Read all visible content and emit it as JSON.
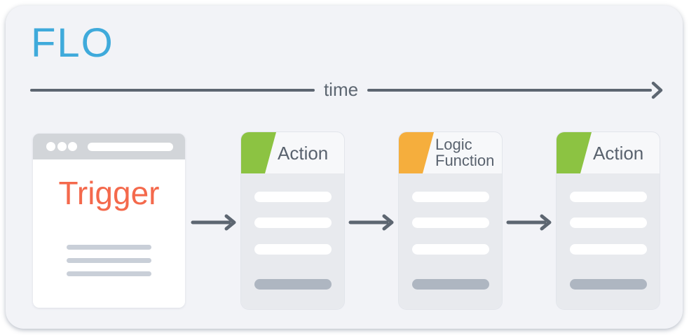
{
  "title": {
    "text": "FLO",
    "color": "#3faadb"
  },
  "timeline": {
    "label": "time",
    "line_color": "#5d6671",
    "arrowhead_icon": "arrow-right-icon"
  },
  "trigger_window": {
    "label": "Trigger",
    "label_color": "#f4694c",
    "window_controls_icon": "window-dots-icon",
    "titlebar_color": "#d2d5d9",
    "text_placeholder_lines": 3
  },
  "cards": [
    {
      "id": "action-1",
      "label_lines": [
        "Action"
      ],
      "corner_color": "#8cc342",
      "content_lines": 3,
      "footer_lines": 1
    },
    {
      "id": "logic-function",
      "label_lines": [
        "Logic",
        "Function"
      ],
      "corner_color": "#f5ae3d",
      "content_lines": 3,
      "footer_lines": 1
    },
    {
      "id": "action-2",
      "label_lines": [
        "Action"
      ],
      "corner_color": "#8cc342",
      "content_lines": 3,
      "footer_lines": 1
    }
  ],
  "colors": {
    "panel_background": "#f2f3f7",
    "card_header": "#f7f8fa",
    "card_body": "#e8eaee",
    "slate_text": "#59626e",
    "arrow": "#5d6671",
    "placeholder_line": "#c9cfd8",
    "footer_pill": "#aeb6c1"
  }
}
